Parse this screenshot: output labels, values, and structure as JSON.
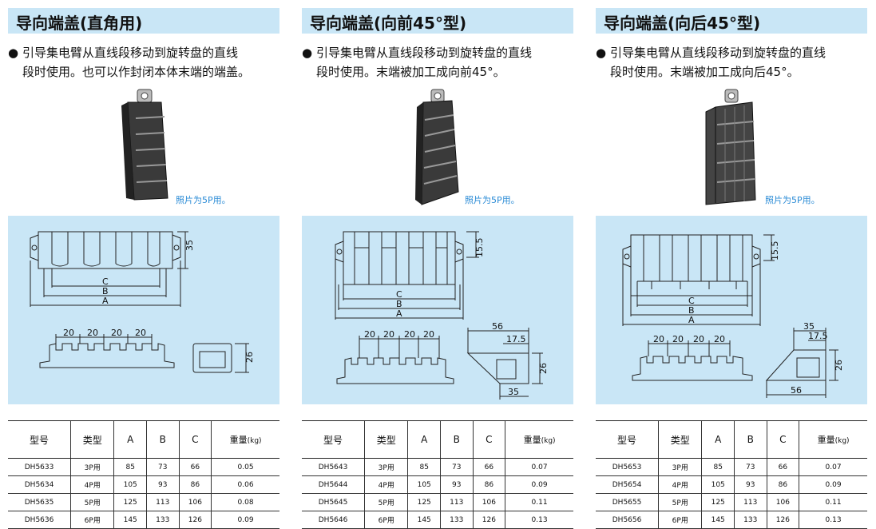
{
  "sections": [
    {
      "title": "导向端盖(直角用)",
      "desc_lines": [
        "引导集电臂从直线段移动到旋转盘的直线",
        "段时使用。也可以作封闭本体末端的端盖。"
      ],
      "photo_caption": "照片为5P用。",
      "dims_top": {
        "height": "35",
        "c": "C",
        "b": "B",
        "a": "A"
      },
      "dims_bottom": {
        "pitches": [
          "20",
          "20",
          "20",
          "20"
        ],
        "side_height": "26"
      },
      "rows": [
        {
          "model": "DH5633",
          "type": "3P用",
          "a": "85",
          "b": "73",
          "c": "66",
          "weight": "0.05"
        },
        {
          "model": "DH5634",
          "type": "4P用",
          "a": "105",
          "b": "93",
          "c": "86",
          "weight": "0.06"
        },
        {
          "model": "DH5635",
          "type": "5P用",
          "a": "125",
          "b": "113",
          "c": "106",
          "weight": "0.08"
        },
        {
          "model": "DH5636",
          "type": "6P用",
          "a": "145",
          "b": "133",
          "c": "126",
          "weight": "0.09"
        }
      ]
    },
    {
      "title": "导向端盖(向前45°型)",
      "desc_lines": [
        "引导集电臂从直线段移动到旋转盘的直线",
        "段时使用。末端被加工成向前45°。"
      ],
      "photo_caption": "照片为5P用。",
      "dims_top": {
        "height": "15.5",
        "c": "C",
        "b": "B",
        "a": "A"
      },
      "dims_bottom": {
        "pitches": [
          "20",
          "20",
          "20",
          "20"
        ],
        "side_top": "56",
        "side_inner": "17.5",
        "side_height": "26",
        "side_bottom": "35"
      },
      "rows": [
        {
          "model": "DH5643",
          "type": "3P用",
          "a": "85",
          "b": "73",
          "c": "66",
          "weight": "0.07"
        },
        {
          "model": "DH5644",
          "type": "4P用",
          "a": "105",
          "b": "93",
          "c": "86",
          "weight": "0.09"
        },
        {
          "model": "DH5645",
          "type": "5P用",
          "a": "125",
          "b": "113",
          "c": "106",
          "weight": "0.11"
        },
        {
          "model": "DH5646",
          "type": "6P用",
          "a": "145",
          "b": "133",
          "c": "126",
          "weight": "0.13"
        }
      ]
    },
    {
      "title": "导向端盖(向后45°型)",
      "desc_lines": [
        "引导集电臂从直线段移动到旋转盘的直线",
        "段时使用。末端被加工成向后45°。"
      ],
      "photo_caption": "照片为5P用。",
      "dims_top": {
        "height": "15.5",
        "c": "C",
        "b": "B",
        "a": "A"
      },
      "dims_bottom": {
        "pitches": [
          "20",
          "20",
          "20",
          "20"
        ],
        "side_top": "35",
        "side_inner": "17.5",
        "side_height": "26",
        "side_bottom": "56"
      },
      "rows": [
        {
          "model": "DH5653",
          "type": "3P用",
          "a": "85",
          "b": "73",
          "c": "66",
          "weight": "0.07"
        },
        {
          "model": "DH5654",
          "type": "4P用",
          "a": "105",
          "b": "93",
          "c": "86",
          "weight": "0.09"
        },
        {
          "model": "DH5655",
          "type": "5P用",
          "a": "125",
          "b": "113",
          "c": "106",
          "weight": "0.11"
        },
        {
          "model": "DH5656",
          "type": "6P用",
          "a": "145",
          "b": "133",
          "c": "126",
          "weight": "0.13"
        }
      ]
    }
  ],
  "table_headers": {
    "model": "型号",
    "type": "类型",
    "a": "A",
    "b": "B",
    "c": "C",
    "weight": "重量",
    "weight_unit": "(kg)"
  },
  "bullet": "●"
}
